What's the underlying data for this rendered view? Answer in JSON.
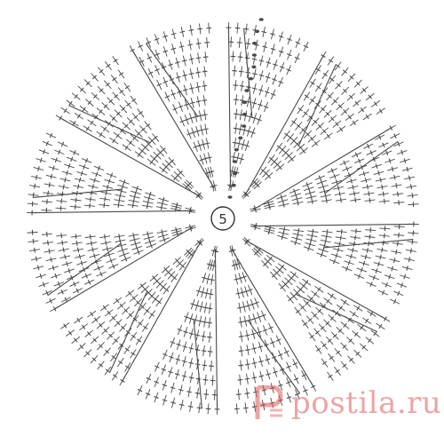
{
  "diagram": {
    "center_label": "5",
    "wedge_count": 12,
    "line_color": "#4a4a4a"
  },
  "watermark": {
    "text": "postila.ru",
    "color": "#dc5a5a",
    "icon": "postila-logo-icon"
  }
}
